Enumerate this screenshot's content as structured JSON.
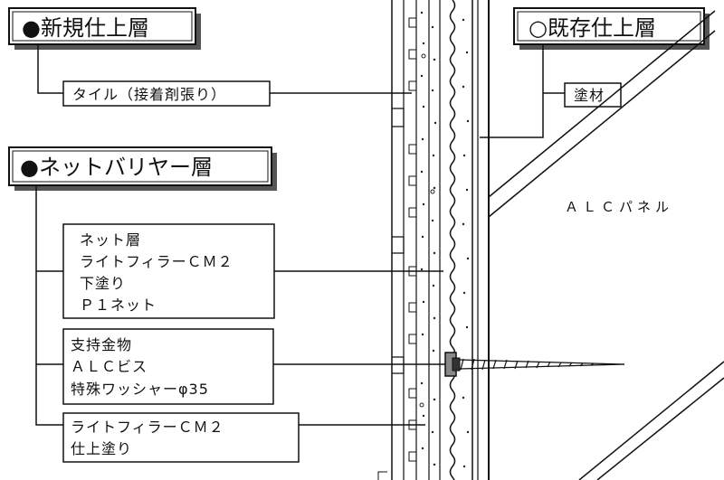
{
  "headers": {
    "new_layer": "●新規仕上層",
    "existing_layer": "○既存仕上層",
    "net_barrier_layer": "●ネットバリヤー層"
  },
  "labels": {
    "tile": "タイル（接着剤張り）",
    "paint": "塗材",
    "alc_panel": "ＡＬＣパネル",
    "net_layer": [
      "ネット層",
      "ライトフィラーＣＭ２",
      "下塗り",
      "Ｐ１ネット"
    ],
    "support": [
      "支持金物",
      "ＡＬＣビス",
      "特殊ワッシャーφ35"
    ],
    "finish": [
      "ライトフィラーＣＭ２",
      "仕上塗り"
    ]
  }
}
